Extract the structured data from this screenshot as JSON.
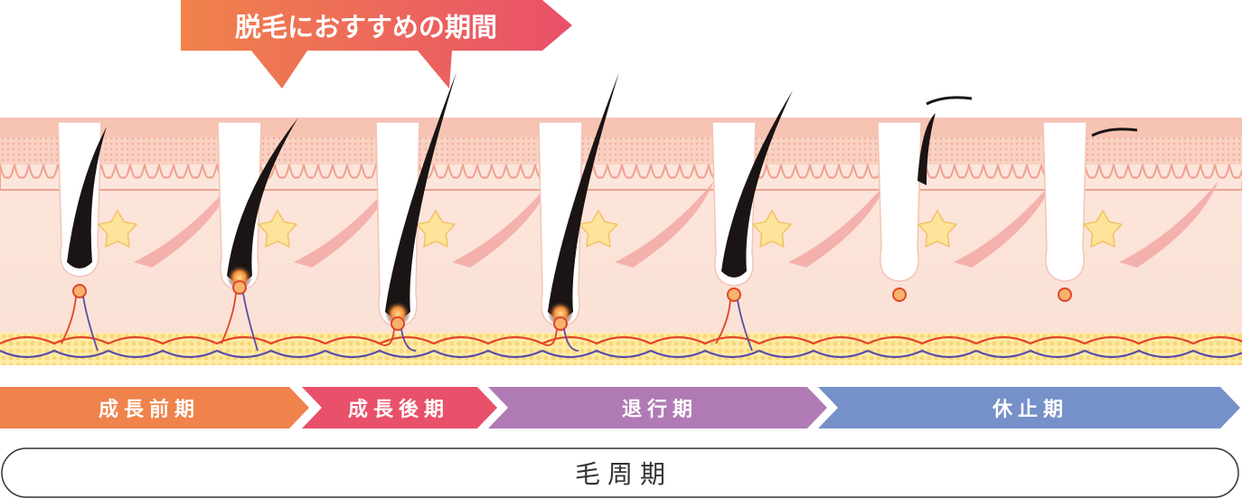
{
  "callout": {
    "label": "脱毛におすすめの期間"
  },
  "phases": [
    {
      "label": "成長前期",
      "color": "#f0824b"
    },
    {
      "label": "成長後期",
      "color": "#e9506a"
    },
    {
      "label": "退行期",
      "color": "#b07ab5"
    },
    {
      "label": "休止期",
      "color": "#7690c9"
    }
  ],
  "cycle": {
    "label": "毛周期"
  },
  "colors": {
    "callout_gradient": [
      "#f0824b",
      "#e9506a"
    ],
    "epidermis": "#f4b6a6",
    "dermis": "#fbe6dc",
    "fat_layer": "#fde7a6",
    "hair": "#1a1414",
    "artery": "#e2452b",
    "vein": "#5b4ca6"
  }
}
